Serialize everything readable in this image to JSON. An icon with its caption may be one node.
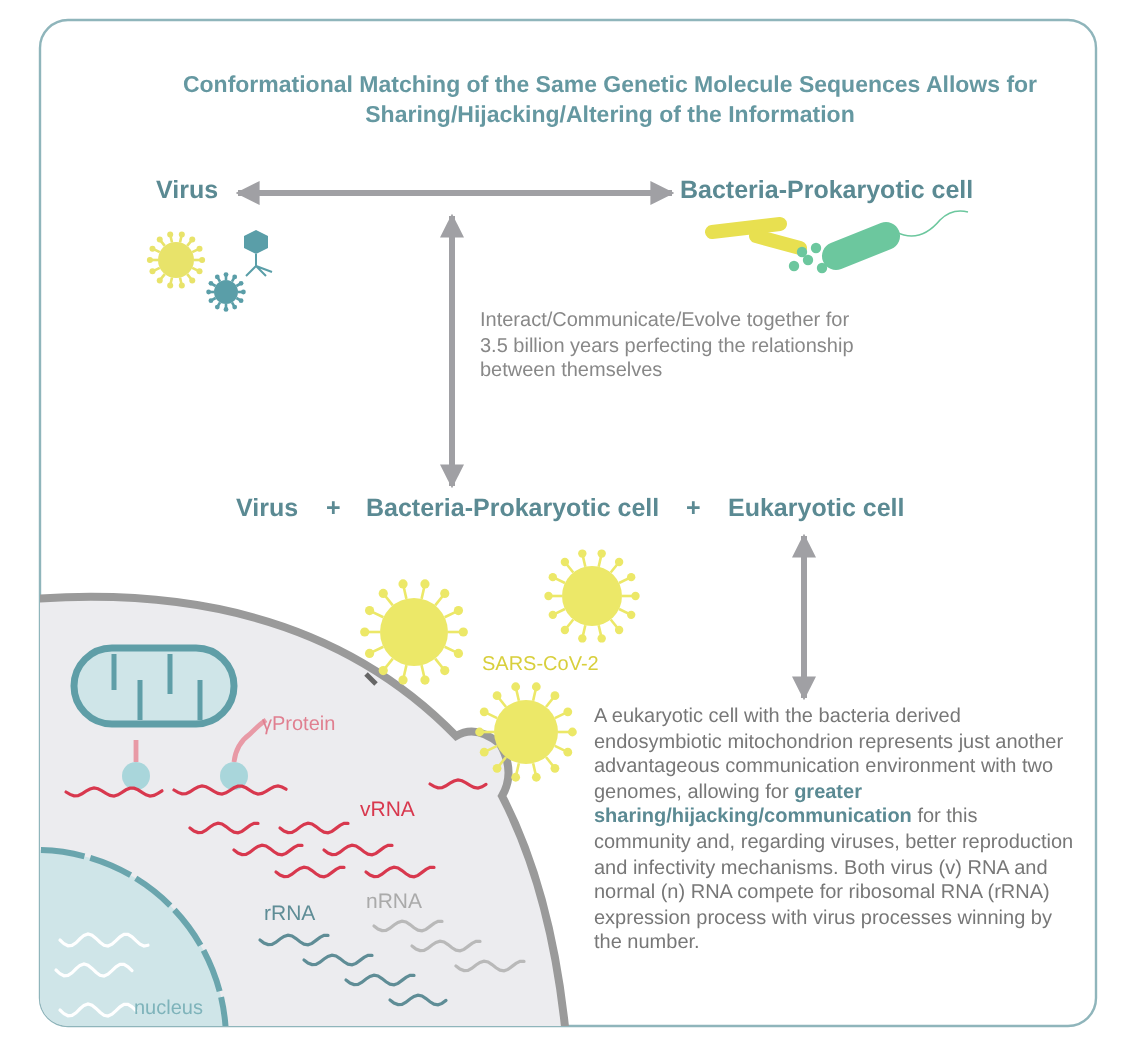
{
  "diagram": {
    "title": "Conformational Matching of the Same Genetic Molecule Sequences Allows for Sharing/Hijacking/Altering of the Information",
    "nodes": [
      {
        "text": [
          "Virus"
        ]
      },
      {
        "text": [
          "Bacteria-Prokaryotic cell"
        ]
      },
      {
        "text": [
          "Virus"
        ]
      },
      {
        "text": [
          "Bacteria-Prokaryotic cell"
        ]
      },
      {
        "text": [
          "Eukaryotic cell"
        ]
      },
      {
        "text": [
          "A eukaryotic cell with the bacteria derived endosymbiotic mitochondrion represents just another advantageous communication environment with two genomes, allowing for **greater sharing/hijacking/communication** for this community and, regarding viruses, better reproduction and infectivity mechanisms. Both virus (v) RNA and normal (n) RNA compete for ribosomal RNA (rRNA) expression process with virus processes winning by the number."
        ]
      }
    ],
    "edges": [
      {
        "from": 0,
        "to": 1,
        "arrow": "both"
      },
      {
        "from": null,
        "to": 3,
        "arrow": "both",
        "label": "Interact/Communicate/Evolve together for 3.5 billion years perfecting the relationship between themselves"
      },
      {
        "from": 4,
        "to": 5,
        "arrow": "both"
      }
    ],
    "labels": [
      "+",
      "+",
      "SARS-CoV-2",
      "γProtein",
      "vRNA",
      "rRNA",
      "nRNA",
      "nucleus"
    ]
  }
}
